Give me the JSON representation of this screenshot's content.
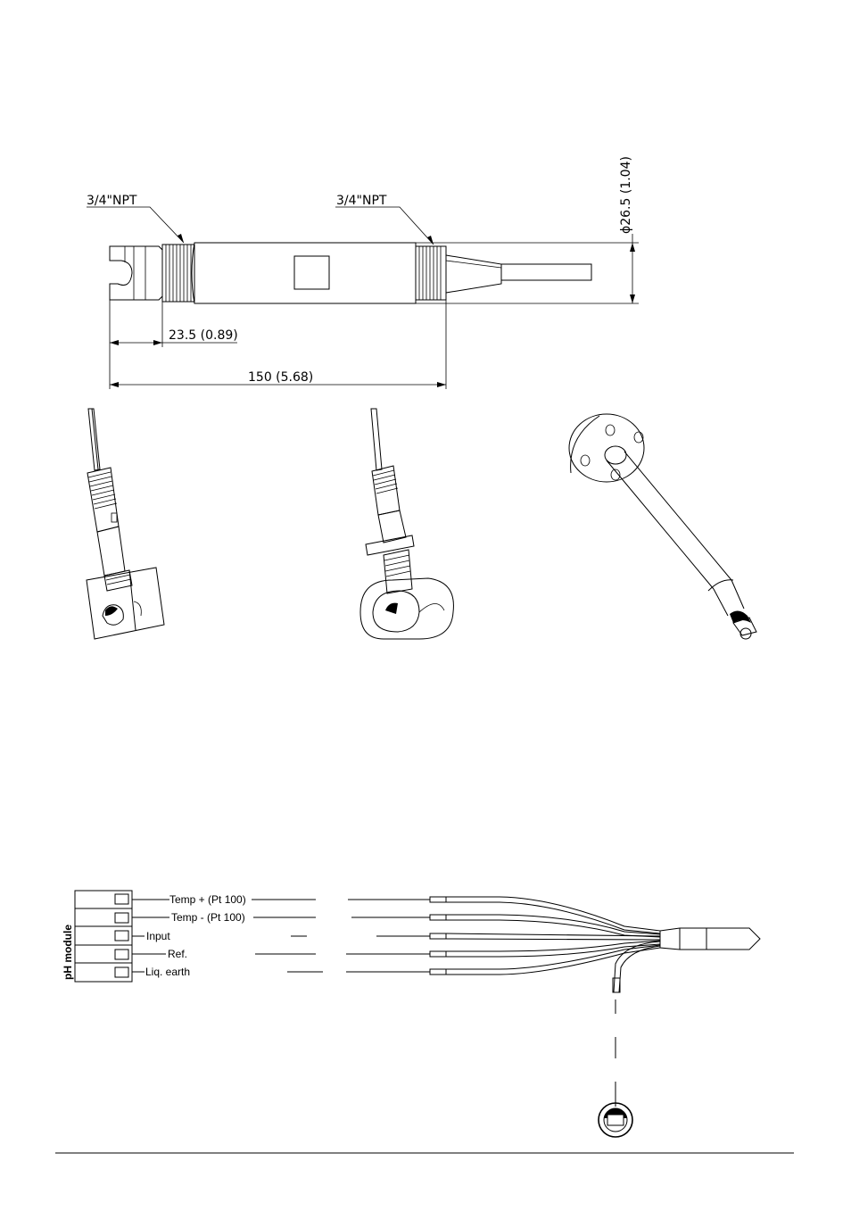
{
  "dimensions": {
    "thread_left": "3/4\"NPT",
    "thread_right": "3/4\"NPT",
    "diameter": "ϕ26.5 (1.04)",
    "tip_length": "23.5 (0.89)",
    "overall_length": "150 (5.68)"
  },
  "wiring": {
    "module_label": "pH module",
    "terminals": [
      {
        "label": "Temp + (Pt 100)"
      },
      {
        "label": "Temp - (Pt 100)"
      },
      {
        "label": "Input"
      },
      {
        "label": "Ref."
      },
      {
        "label": "Liq. earth"
      }
    ]
  }
}
